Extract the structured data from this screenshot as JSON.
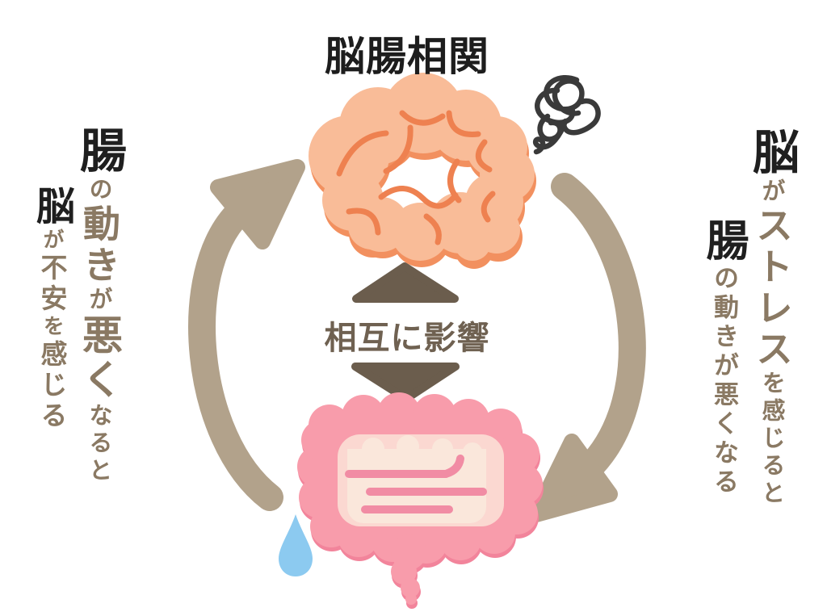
{
  "title": "脳腸相関",
  "center": {
    "label": "相互に影響"
  },
  "left_caption": {
    "main": [
      "腸",
      "の",
      "動き",
      "が",
      "悪く",
      "なると"
    ],
    "sub": [
      "脳",
      "が",
      "不安",
      "を",
      "感じる"
    ]
  },
  "right_caption": {
    "main": [
      "脳",
      "が",
      "ストレス",
      "を感じると"
    ],
    "sub": [
      "腸",
      "の動きが悪くなる"
    ]
  },
  "icons": {
    "brain": "brain-illustration",
    "intestine": "intestine-illustration",
    "scribble": "stress-scribble",
    "drop": "sweat-drop",
    "arrow_left": "gut-to-brain-arrow",
    "arrow_right": "brain-to-gut-arrow",
    "triangle_up": "up-triangle",
    "triangle_down": "down-triangle"
  },
  "colors": {
    "background": "#ffffff",
    "title_text": "#1d1d1d",
    "black_text": "#1f1f1f",
    "accent_text": "#8a7963",
    "center_text": "#6f6151",
    "arrow": "#b2a28b",
    "triangle": "#6b5d4d",
    "brain_fill": "#f9bc98",
    "brain_edge": "#f2905f",
    "brain_lines": "#ee8150",
    "gut_fill": "#f89cab",
    "gut_edge": "#f2849b",
    "gut_band": "#fbd8d1",
    "gut_inner": "#fae7db",
    "gut_stripe": "#f18ca4",
    "sweat_drop": "#8ccaf0",
    "scribble": "#3a3a3a"
  }
}
